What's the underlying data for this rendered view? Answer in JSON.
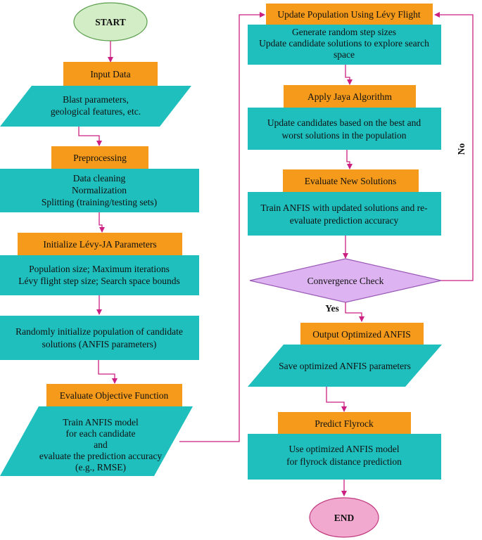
{
  "colors": {
    "teal": "#1fbfbe",
    "orange": "#f59a1a",
    "start_fill": "#d3edc6",
    "start_stroke": "#5a9e4c",
    "end_fill": "#f2a9cf",
    "end_stroke": "#c0397e",
    "diamond_fill": "#ddb3f1",
    "diamond_stroke": "#9b59b6",
    "arrow": "#cc1f82"
  },
  "nodes": {
    "start": "START",
    "input_title": "Input Data",
    "input_body": [
      "Blast parameters,",
      "geological features, etc."
    ],
    "pre_title": "Preprocessing",
    "pre_body": [
      "Data cleaning",
      "Normalization",
      "Splitting (training/testing sets)"
    ],
    "init_title": "Initialize Lévy-JA Parameters",
    "init_body": [
      "Population size; Maximum iterations",
      "Lévy flight step size; Search space bounds"
    ],
    "rand_body": [
      "Randomly initialize population of candidate",
      "solutions (ANFIS parameters)"
    ],
    "eval_title": "Evaluate Objective Function",
    "eval_body": [
      "Train ANFIS model",
      "for each candidate",
      "and",
      "evaluate the prediction accuracy",
      "(e.g., RMSE)"
    ],
    "levy_title": "Update Population Using Lévy Flight",
    "levy_body": [
      "Generate random step sizes",
      "Update candidate solutions to explore search",
      "space"
    ],
    "jaya_title": "Apply Jaya Algorithm",
    "jaya_body": [
      "Update candidates based on the best and",
      "worst solutions in the population"
    ],
    "new_title": "Evaluate New Solutions",
    "new_body": [
      "Train ANFIS with updated solutions and re-",
      "evaluate prediction accuracy"
    ],
    "conv": "Convergence Check",
    "yes": "Yes",
    "no": "No",
    "out_title": "Output Optimized ANFIS",
    "out_body": [
      "Save optimized ANFIS parameters"
    ],
    "pred_title": "Predict Flyrock",
    "pred_body": [
      "Use optimized ANFIS model",
      "for flyrock distance prediction"
    ],
    "end": "END"
  }
}
